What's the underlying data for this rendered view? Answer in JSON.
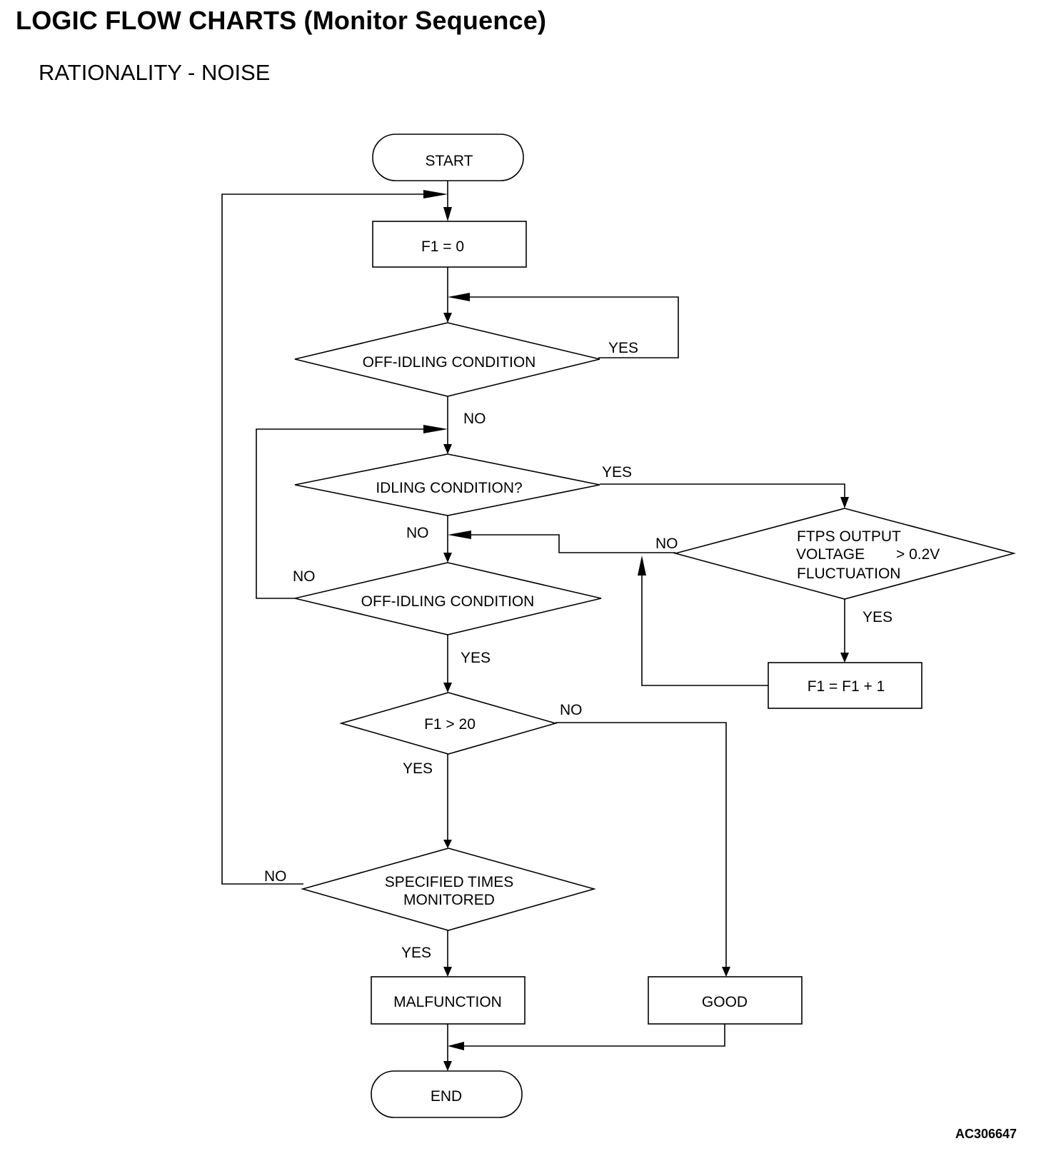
{
  "header": {
    "title": "LOGIC FLOW CHARTS (Monitor Sequence)",
    "subtitle": "RATIONALITY - NOISE"
  },
  "figure_code": "AC306647",
  "nodes": {
    "start": "START",
    "init": "F1 = 0",
    "off_idling_1": "OFF-IDLING CONDITION",
    "idling": "IDLING CONDITION?",
    "ftps_line1": "FTPS OUTPUT",
    "ftps_line2": "VOLTAGE",
    "ftps_line2b": "> 0.2V",
    "ftps_line3": "FLUCTUATION",
    "increment": "F1 = F1 + 1",
    "off_idling_2": "OFF-IDLING CONDITION",
    "threshold": "F1 > 20",
    "specified_line1": "SPECIFIED TIMES",
    "specified_line2": "MONITORED",
    "malfunction": "MALFUNCTION",
    "good": "GOOD",
    "end": "END"
  },
  "branch_labels": {
    "off_idling_1_yes": "YES",
    "off_idling_1_no": "NO",
    "idling_yes": "YES",
    "idling_no": "NO",
    "ftps_no": "NO",
    "ftps_yes": "YES",
    "off_idling_2_no": "NO",
    "off_idling_2_yes": "YES",
    "threshold_no": "NO",
    "threshold_yes": "YES",
    "specified_no": "NO",
    "specified_yes": "YES"
  }
}
